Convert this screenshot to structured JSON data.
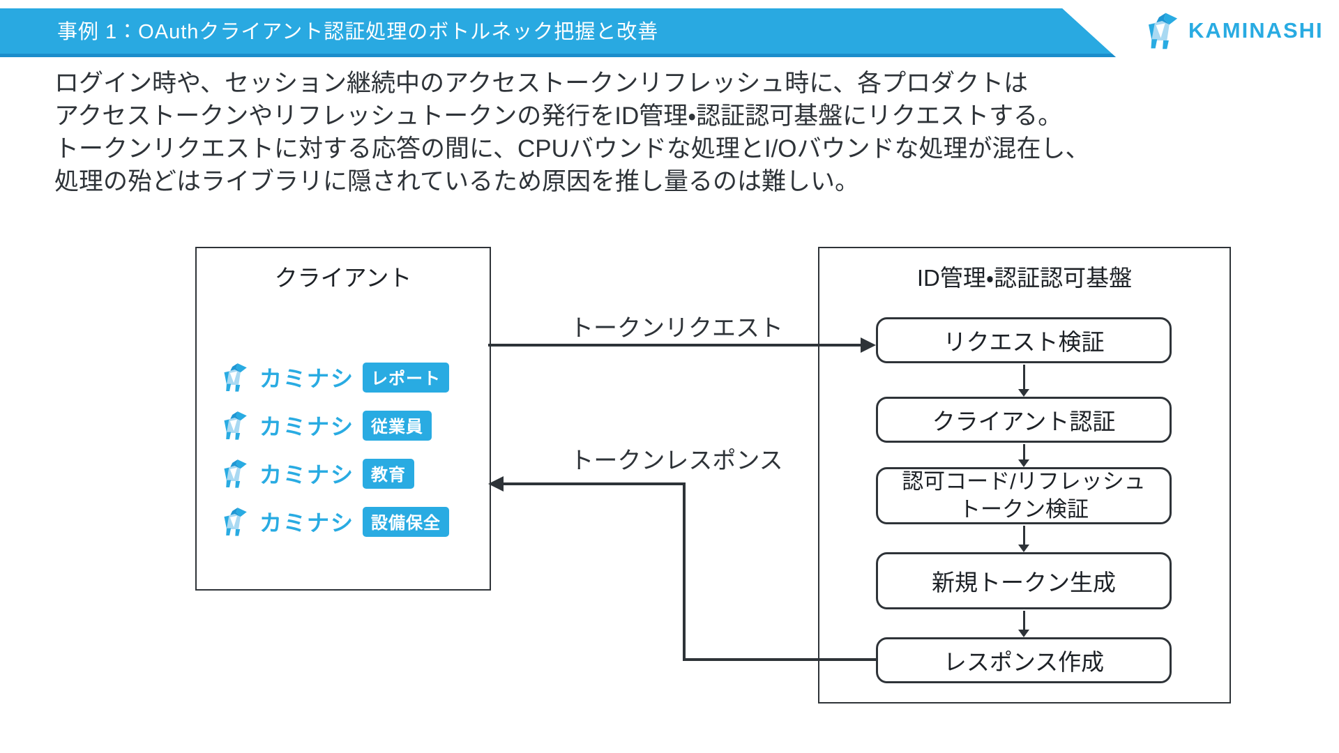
{
  "header": {
    "title": "事例 1：OAuthクライアント認証処理のボトルネック把握と改善"
  },
  "brand": {
    "wordmark": "KAMINASHI",
    "icon": "origami-goat",
    "color": "#29abe2"
  },
  "intro": {
    "lines": [
      "ログイン時や、セッション継続中のアクセストークンリフレッシュ時に、各プロダクトは",
      "アクセストークンやリフレッシュトークンの発行をID管理・認証認可基盤にリクエストする。",
      "トークンリクエストに対する応答の間に、CPUバウンドな処理とI/Oバウンドな処理が混在し、",
      "処理の殆どはライブラリに隠されているため原因を推し量るのは難しい。"
    ]
  },
  "diagram": {
    "client": {
      "title": "クライアント",
      "products": [
        {
          "brand": "カミナシ",
          "badge": "レポート"
        },
        {
          "brand": "カミナシ",
          "badge": "従業員"
        },
        {
          "brand": "カミナシ",
          "badge": "教育"
        },
        {
          "brand": "カミナシ",
          "badge": "設備保全"
        }
      ]
    },
    "idp": {
      "title": "ID管理・認証認可基盤",
      "steps": [
        "リクエスト検証",
        "クライアント認証",
        "認可コード/リフレッシュトークン検証",
        "新規トークン生成",
        "レスポンス作成"
      ]
    },
    "request_arrow_label": "トークンリクエスト",
    "response_arrow_label": "トークンレスポンス"
  },
  "colors": {
    "header_bg": "#29a9e1",
    "header_border": "#1b8dcb",
    "accent": "#29abe2",
    "ink": "#2e3338"
  }
}
